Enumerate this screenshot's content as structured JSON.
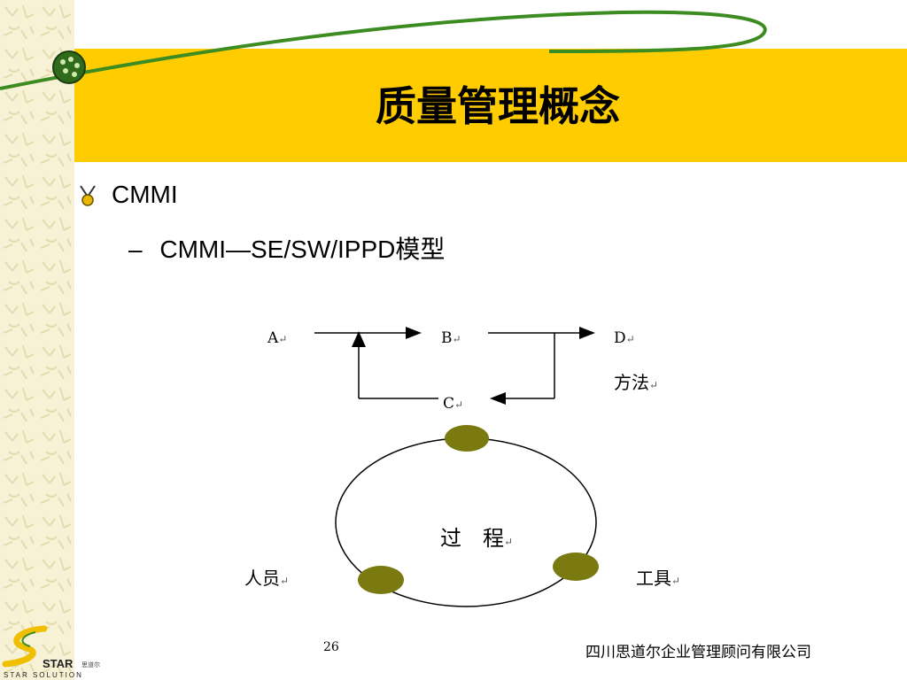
{
  "slide": {
    "title": "质量管理概念",
    "bullet_level1": "CMMI",
    "bullet_level2_dash": "–",
    "bullet_level2": "CMMI—SE/SW/IPPD模型"
  },
  "diagram": {
    "node_a": "A",
    "node_b": "B",
    "node_c": "C",
    "node_d": "D",
    "method_label": "方法",
    "process_label": "过　程",
    "people_label": "人员",
    "tools_label": "工具",
    "return_mark": "↵"
  },
  "footer": {
    "page_number": "26",
    "company": "四川思道尔企业管理顾问有限公司"
  },
  "logo": {
    "brand": "STAR",
    "small_text": "思道尔",
    "subtitle": "STAR SOLUTION"
  },
  "colors": {
    "title_band": "#ffcc00",
    "swoosh_green": "#3c8c22",
    "node_olive": "#7a7a10",
    "logo_yellow": "#f0c000"
  }
}
